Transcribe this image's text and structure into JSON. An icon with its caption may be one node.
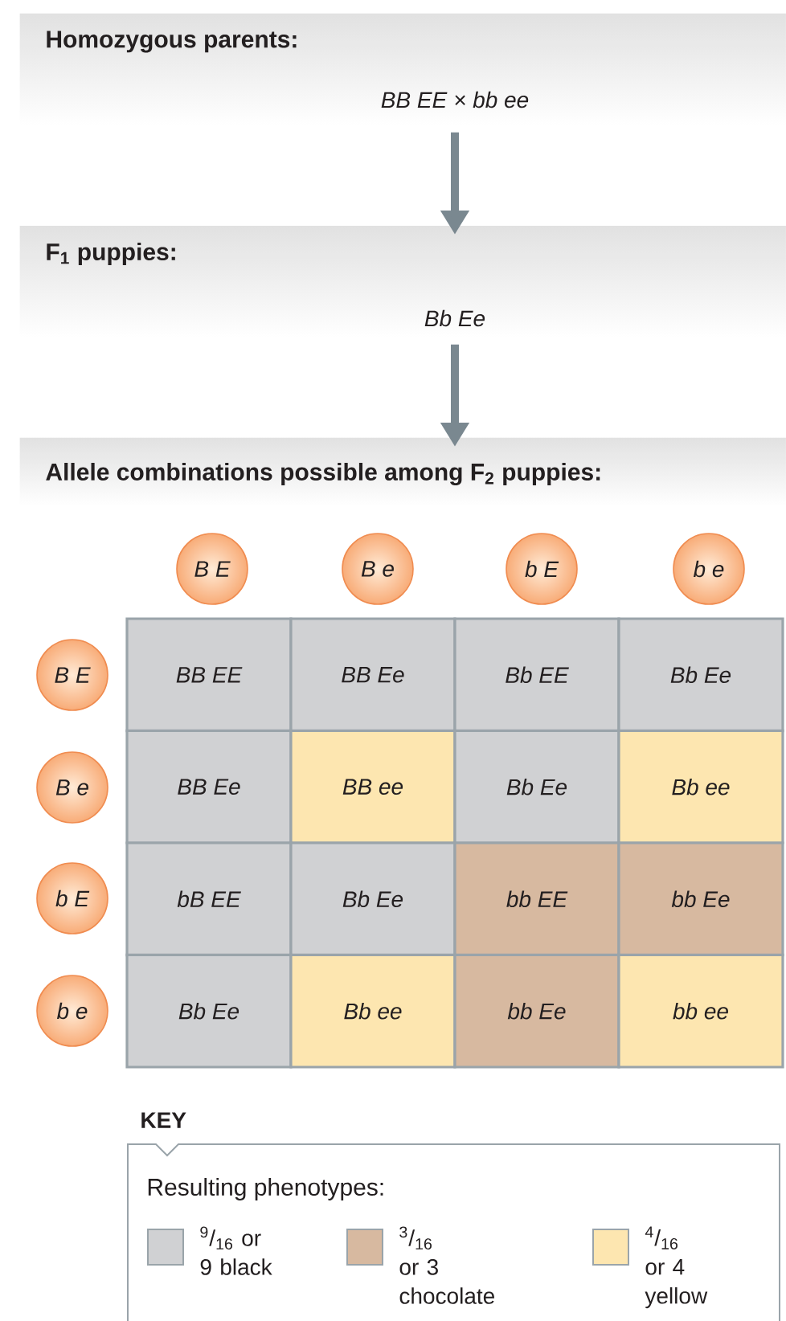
{
  "diagram": {
    "nodes": [
      {
        "text": [
          "Homozygous parents:",
          "BB EE × bb ee"
        ]
      },
      {
        "text": [
          "F$_{1}$ puppies:",
          "Bb Ee"
        ]
      },
      {
        "text": [
          "Allele combinations possible among F$_{2}$ puppies:"
        ]
      },
      {
        "text": [
          "B E"
        ]
      },
      {
        "text": [
          "B e"
        ]
      },
      {
        "text": [
          "b E"
        ]
      },
      {
        "text": [
          "b e"
        ]
      },
      {
        "text": [
          "B E"
        ]
      },
      {
        "text": [
          "B e"
        ]
      },
      {
        "text": [
          "b E"
        ]
      },
      {
        "text": [
          "b e"
        ]
      },
      {
        "text": [
          "BB EE"
        ]
      },
      {
        "text": [
          "BB Ee"
        ]
      },
      {
        "text": [
          "Bb EE"
        ]
      },
      {
        "text": [
          "Bb Ee"
        ]
      },
      {
        "text": [
          "BB Ee"
        ]
      },
      {
        "text": [
          "BB ee"
        ]
      },
      {
        "text": [
          "Bb Ee"
        ]
      },
      {
        "text": [
          "Bb ee"
        ]
      },
      {
        "text": [
          "bB EE"
        ]
      },
      {
        "text": [
          "Bb Ee"
        ]
      },
      {
        "text": [
          "bb EE"
        ]
      },
      {
        "text": [
          "bb Ee"
        ]
      },
      {
        "text": [
          "Bb Ee"
        ]
      },
      {
        "text": [
          "Bb ee"
        ]
      },
      {
        "text": [
          "bb Ee"
        ]
      },
      {
        "text": [
          "bb ee"
        ]
      }
    ],
    "edges": [
      {
        "from": 0,
        "to": 1,
        "arrow": "to"
      },
      {
        "from": 1,
        "to": 2,
        "arrow": "to"
      }
    ],
    "labels": [
      "KEY",
      "Resulting phenotypes:"
    ],
    "legend": [
      {
        "text": "$^{9}$/$_{16}$ or 9 black",
        "color": "#d0d1d3"
      },
      {
        "text": "$^{3}$/$_{16}$ or 3 chocolate",
        "color": "#d7b9a0"
      },
      {
        "text": "$^{4}$/$_{16}$ or 4 yellow",
        "color": "#fde6b0"
      }
    ]
  }
}
